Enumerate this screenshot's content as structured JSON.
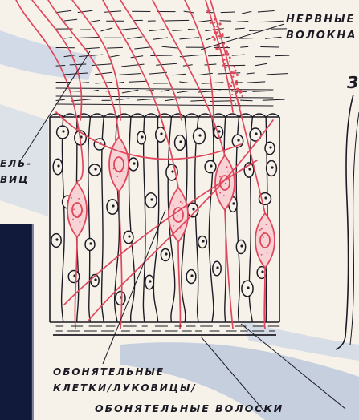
{
  "labels": {
    "nerve_fibers_line1": "НЕРВНЫЕ",
    "nerve_fibers_line2": "ВОЛОКНА",
    "left_cut_line1": "ЕЛЬ-",
    "left_cut_line2": "ВИЦ",
    "cells_line1": "ОБОНЯТЕЛЬНЫЕ",
    "cells_line2": "КЛЕТКИ/ЛУКОВИЦЫ/",
    "hairs": "ОБОНЯТЕЛЬНЫЕ ВОЛОСКИ",
    "corner_letter": "З"
  },
  "colors": {
    "paper": "#f6f2e9",
    "ink": "#1c1a24",
    "nerve_red": "#e0475c",
    "cell_fill_red": "#f7d3d6",
    "dark_panel": "#121a3c",
    "blue_wash": "#b9c6de"
  }
}
